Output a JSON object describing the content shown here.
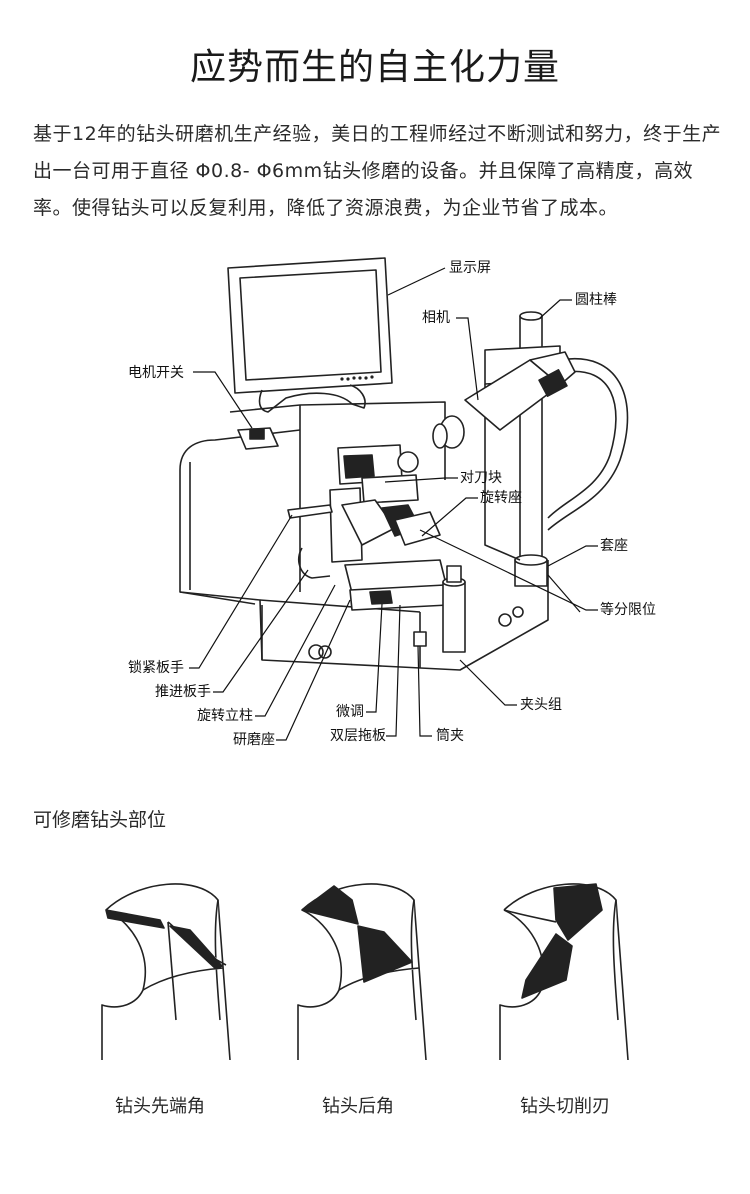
{
  "page": {
    "title": "应势而生的自主化力量",
    "intro": "基于12年的钻头研磨机生产经验，美日的工程师经过不断测试和努力，终于生产出一台可用于直径 Φ0.8- Φ6mm钻头修磨的设备。并且保障了高精度，高效率。使得钻头可以反复利用，降低了资源浪费，为企业节省了成本。"
  },
  "machine_labels": {
    "display": "显示屏",
    "camera": "相机",
    "cylinder_rod": "圆柱棒",
    "motor_switch": "电机开关",
    "tool_block": "对刀块",
    "rotary_seat": "旋转座",
    "sleeve_seat": "套座",
    "index_limit": "等分限位",
    "lock_handle": "锁紧板手",
    "push_handle": "推进板手",
    "rotary_post": "旋转立柱",
    "grinding_seat": "研磨座",
    "fine_tune": "微调",
    "double_plate": "双层拖板",
    "collet": "筒夹",
    "chuck_group": "夹头组"
  },
  "grindable": {
    "section_title": "可修磨钻头部位",
    "items": [
      {
        "label": "钻头先端角"
      },
      {
        "label": "钻头后角"
      },
      {
        "label": "钻头切削刃"
      }
    ]
  }
}
